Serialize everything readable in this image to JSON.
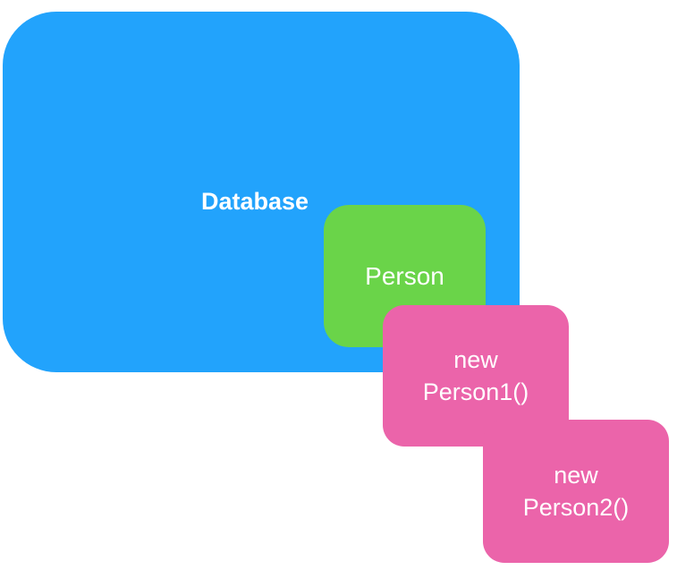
{
  "colors": {
    "database": "#22A3FC",
    "person": "#6AD449",
    "instance": "#EB64AA",
    "text": "#FFFFFF"
  },
  "database": {
    "label": "Database"
  },
  "person": {
    "label": "Person"
  },
  "instances": [
    {
      "line1": "new",
      "line2": "Person1()"
    },
    {
      "line1": "new",
      "line2": "Person2()"
    }
  ]
}
